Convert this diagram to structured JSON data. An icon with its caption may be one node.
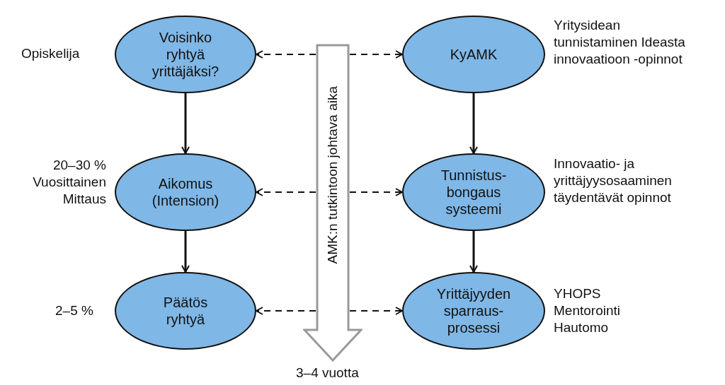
{
  "diagram": {
    "nodes": [
      {
        "text": [
          "Voisinko ryhtyä yrittäjäksi?"
        ],
        "beside": [
          "Opiskelija"
        ]
      },
      {
        "text": [
          "Aikomus (Intension)"
        ],
        "beside": [
          "20–30 % Vuosittainen Mittaus"
        ]
      },
      {
        "text": [
          "Päätös ryhtyä"
        ],
        "beside": [
          "2–5 %"
        ]
      },
      {
        "text": [
          "AMK:n tutkintoon johtava aika"
        ],
        "beside": [
          "3–4 vuotta"
        ]
      },
      {
        "text": [
          "KyAMK"
        ],
        "beside": [
          "Yritysidean tunnistaminen Ideasta innovaatioon -opinnot"
        ]
      },
      {
        "text": [
          "Tunnistus-bongaus systeemi"
        ],
        "beside": [
          "Innovaatio- ja yrittäjyysosaaminen täydentävät opinnot"
        ]
      },
      {
        "text": [
          "Yrittäjyyden sparraus-prosessi"
        ],
        "beside": [
          "YHOPS Mentorointi Hautomo"
        ]
      }
    ],
    "edges": [
      {
        "from": 0,
        "to": 1,
        "arrow": "to"
      },
      {
        "from": 1,
        "to": 2,
        "arrow": "to"
      },
      {
        "from": 4,
        "to": 5,
        "arrow": "to"
      },
      {
        "from": 5,
        "to": 6,
        "arrow": "to"
      },
      {
        "from": 3,
        "to": 0,
        "arrow": "to",
        "style": "dashed"
      },
      {
        "from": 3,
        "to": 4,
        "arrow": "to",
        "style": "dashed"
      },
      {
        "from": 3,
        "to": 1,
        "arrow": "to",
        "style": "dashed"
      },
      {
        "from": 3,
        "to": 5,
        "arrow": "to",
        "style": "dashed"
      },
      {
        "from": 3,
        "to": 2,
        "arrow": "to",
        "style": "dashed"
      },
      {
        "from": 3,
        "to": 6,
        "arrow": "to",
        "style": "dashed"
      }
    ]
  }
}
